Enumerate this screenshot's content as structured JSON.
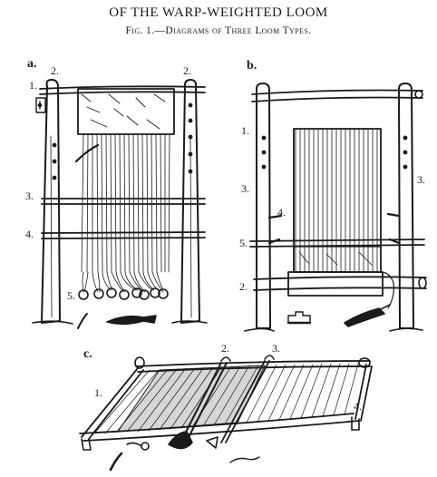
{
  "heading": {
    "title": "OF THE WARP-WEIGHTED LOOM",
    "subtitle": "Fig. 1.—Diagrams of Three Loom Types."
  },
  "panels": [
    {
      "id": "a",
      "label": "a.",
      "callouts": [
        "1.",
        "2.",
        "2.",
        "3.",
        "4.",
        "5."
      ]
    },
    {
      "id": "b",
      "label": "b.",
      "callouts": [
        "1.",
        "3.",
        "3.",
        "4.",
        "5.",
        "2."
      ]
    },
    {
      "id": "c",
      "label": "c.",
      "callouts": [
        "1.",
        "2.",
        "3.",
        "4."
      ]
    }
  ],
  "colors": {
    "ink": "#1a1a1a",
    "paper": "#ffffff"
  }
}
